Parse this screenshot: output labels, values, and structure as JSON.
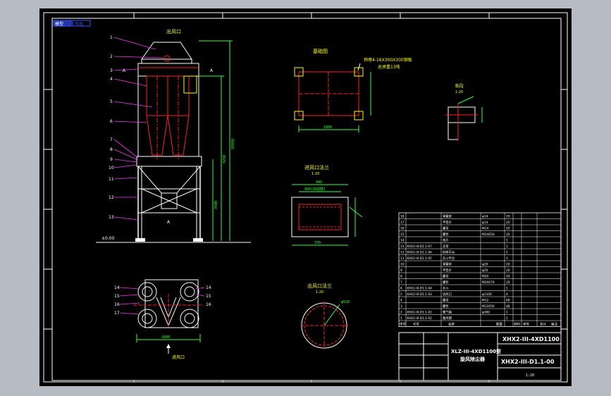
{
  "app": {
    "toolbar_tabs": [
      "模型",
      "布局"
    ]
  },
  "drawing": {
    "title_front": "出风口",
    "parts": [
      "1",
      "2",
      "3",
      "4",
      "5",
      "6",
      "7",
      "8",
      "9",
      "10",
      "11",
      "12",
      "13"
    ],
    "front_labels": {
      "level_top": "A",
      "level_bottom": "±0.00",
      "height_total": "10950",
      "height_a": "9250",
      "height_b": "3500",
      "base_mark": "A"
    },
    "base_plan": {
      "title": "基础图",
      "note_line1": "预埋4-16X300X300钢板",
      "note_line2": "总承重13吨",
      "dim": "1800"
    },
    "view_b": {
      "title": "B向",
      "scale": "1:20"
    },
    "inlet_detail": {
      "title": "进风口法兰",
      "scale": "1:20",
      "dim_top": "440",
      "dim_mid": "400(加强筋)",
      "dim_bottom": "370"
    },
    "outlet_detail": {
      "title": "出风口法兰",
      "scale": "1:20",
      "dim": "φ520"
    },
    "plan_view": {
      "labels": [
        "14",
        "15",
        "16",
        "17"
      ],
      "dim": "1800",
      "arrow_label": "进风口"
    }
  },
  "bom": {
    "rows": [
      {
        "no": "18",
        "code": "",
        "name": "弹簧垫",
        "spec": "φ14",
        "qty": "20"
      },
      {
        "no": "17",
        "code": "",
        "name": "平垫片",
        "spec": "φ14",
        "qty": "20"
      },
      {
        "no": "16",
        "code": "",
        "name": "螺母",
        "spec": "M14",
        "qty": "20"
      },
      {
        "no": "15",
        "code": "",
        "name": "螺栓",
        "spec": "M14X50",
        "qty": "20"
      },
      {
        "no": "14",
        "code": "",
        "name": "垫片",
        "spec": "",
        "qty": "1"
      },
      {
        "no": "13",
        "code": "XHX2-III-D1.1-07",
        "name": "支架",
        "spec": "",
        "qty": "1"
      },
      {
        "no": "12",
        "code": "XHX2-III-D1.1-06",
        "name": "检修平台",
        "spec": "",
        "qty": "1"
      },
      {
        "no": "11",
        "code": "XHX2-III-D1.1-05",
        "name": "灰斗平台",
        "spec": "",
        "qty": "1"
      },
      {
        "no": "10",
        "code": "",
        "name": "弹簧垫",
        "spec": "φ20",
        "qty": "20"
      },
      {
        "no": "9",
        "code": "",
        "name": "平垫片",
        "spec": "φ20",
        "qty": "20"
      },
      {
        "no": "8",
        "code": "",
        "name": "螺母",
        "spec": "M20",
        "qty": "20"
      },
      {
        "no": "7",
        "code": "",
        "name": "螺栓",
        "spec": "M20X70",
        "qty": "20"
      },
      {
        "no": "6",
        "code": "XHX2-III-D1.1-04",
        "name": "灰斗",
        "spec": "",
        "qty": "1"
      },
      {
        "no": "5",
        "code": "XHX2-III-D1.1-03",
        "name": "进风口",
        "spec": "φ1100",
        "qty": "4"
      },
      {
        "no": "4",
        "code": "",
        "name": "螺母",
        "spec": "M12",
        "qty": "48"
      },
      {
        "no": "3",
        "code": "",
        "name": "螺栓",
        "spec": "M12X50",
        "qty": "48"
      },
      {
        "no": "2",
        "code": "XHX2-III-D1.1-02",
        "name": "集气箱",
        "spec": "φ300",
        "qty": "1"
      },
      {
        "no": "1",
        "code": "XHX2-III-D1.1-01",
        "name": "集风帽",
        "spec": "",
        "qty": "1"
      }
    ],
    "header": [
      "序号",
      "代号",
      "名称",
      "数量",
      "材料",
      "单件",
      "总计",
      "备注"
    ]
  },
  "title_block": {
    "project": "XHX2-III-4XD1100",
    "drawing_name_1": "XLZ-III-4XD1100型",
    "drawing_name_2": "旋风除尘器",
    "drawing_no": "XHX2-III-D1.1-00",
    "scale": "1:20"
  },
  "colors": {
    "frame": "#ffffff",
    "outline": "#ffffff",
    "part": "#ff2020",
    "dim": "#33ff33",
    "hatch": "#ffff00",
    "text": "#ffff00",
    "leader": "#ff33ff",
    "accent_blue": "#3355ff"
  }
}
